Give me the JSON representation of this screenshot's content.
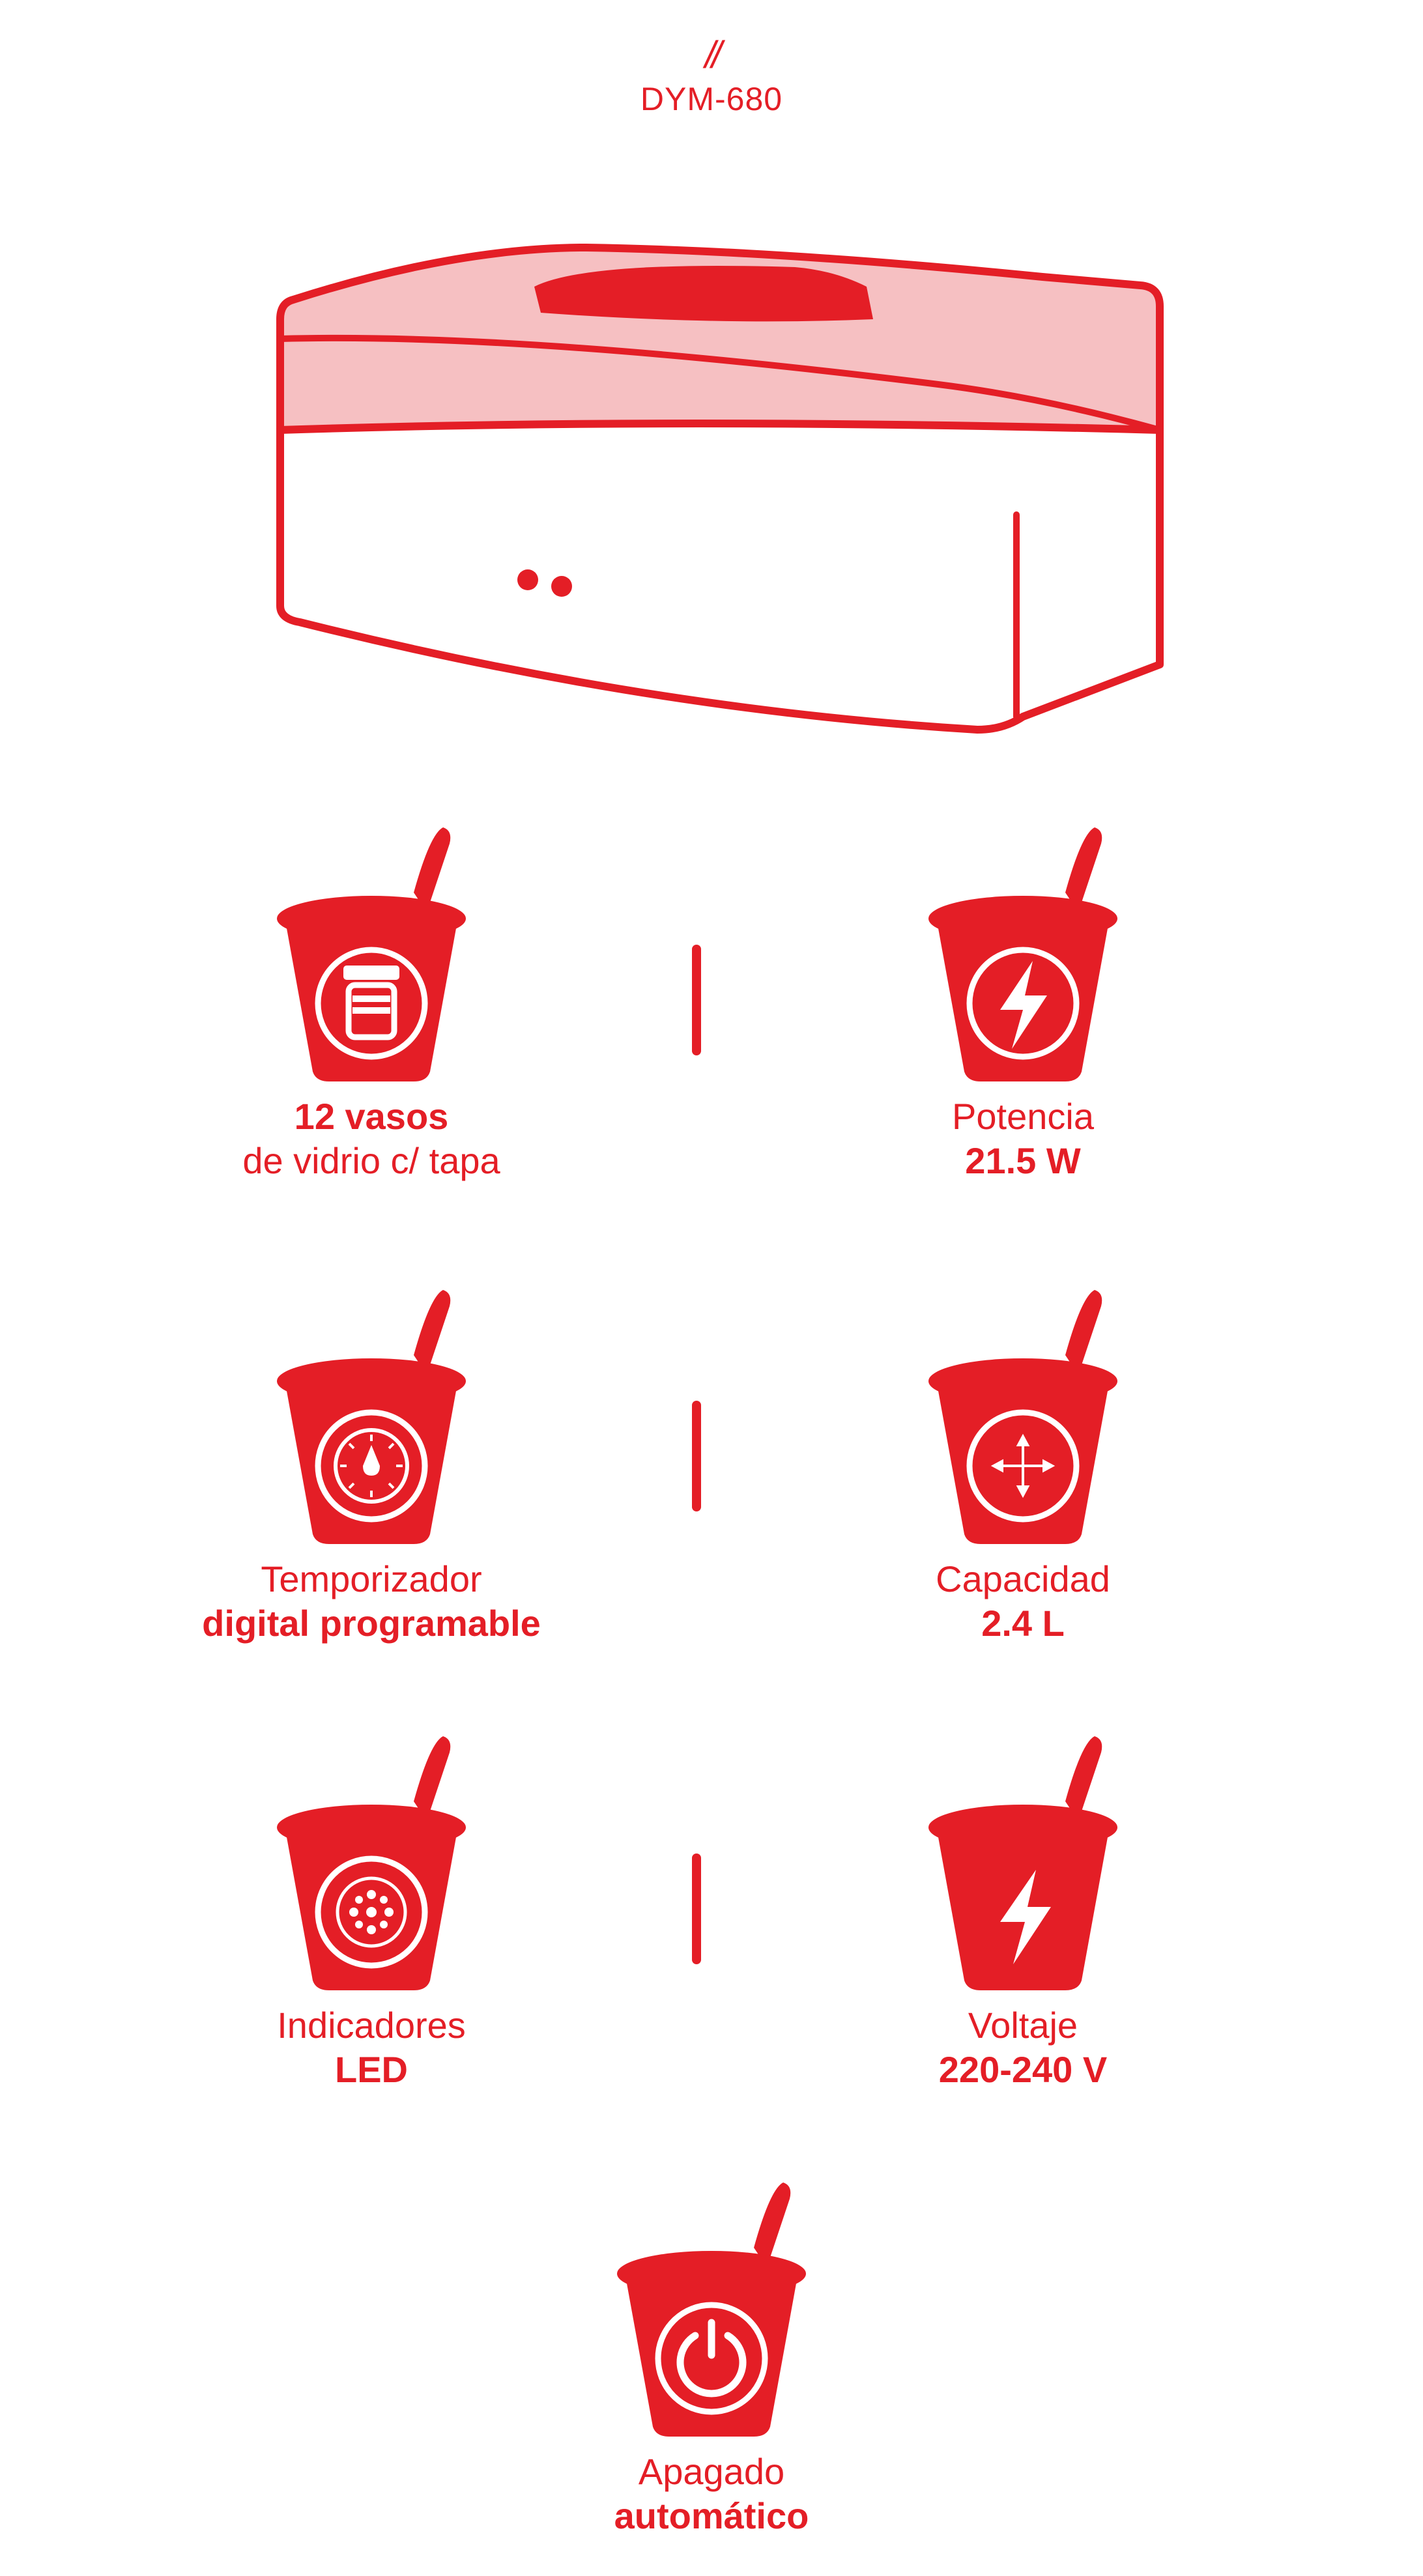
{
  "header": {
    "mark": "//",
    "model": "DYM-680"
  },
  "colors": {
    "accent": "#e41e26",
    "accent_light": "#f6c0c2",
    "background": "#ffffff"
  },
  "features": [
    {
      "icon": "jar-icon",
      "line1": "12 vasos",
      "line2": "de vidrio c/ tapa",
      "bold_line": 1
    },
    {
      "icon": "lightning-icon",
      "line1": "Potencia",
      "line2": "21.5 W",
      "bold_line": 2
    },
    {
      "icon": "timer-icon",
      "line1": "Temporizador",
      "line2": "digital programable",
      "bold_line": 2
    },
    {
      "icon": "expand-arrows-icon",
      "line1": "Capacidad",
      "line2": "2.4 L",
      "bold_line": 2
    },
    {
      "icon": "led-dots-icon",
      "line1": "Indicadores",
      "line2": "LED",
      "bold_line": 2
    },
    {
      "icon": "lightning-icon",
      "line1": "Voltaje",
      "line2": "220-240 V",
      "bold_line": 2
    },
    {
      "icon": "power-icon",
      "line1": "Apagado",
      "line2": "automático",
      "bold_line": 2
    }
  ]
}
